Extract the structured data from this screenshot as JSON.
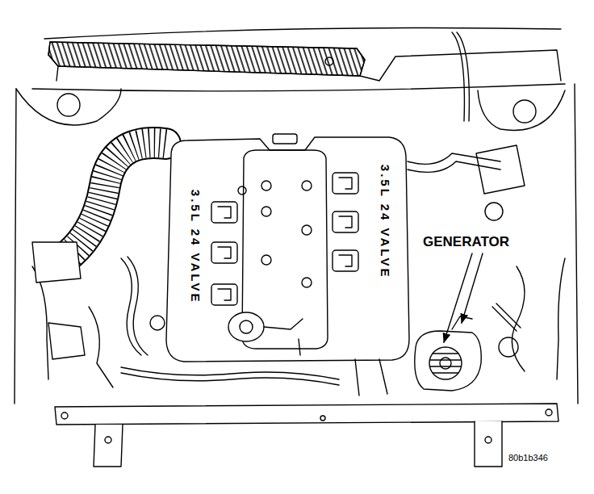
{
  "diagram": {
    "labels": [
      "GENERATOR",
      "3.5L 24 VALVE",
      "3.5L 24 VALVE",
      "80b1b346"
    ]
  }
}
